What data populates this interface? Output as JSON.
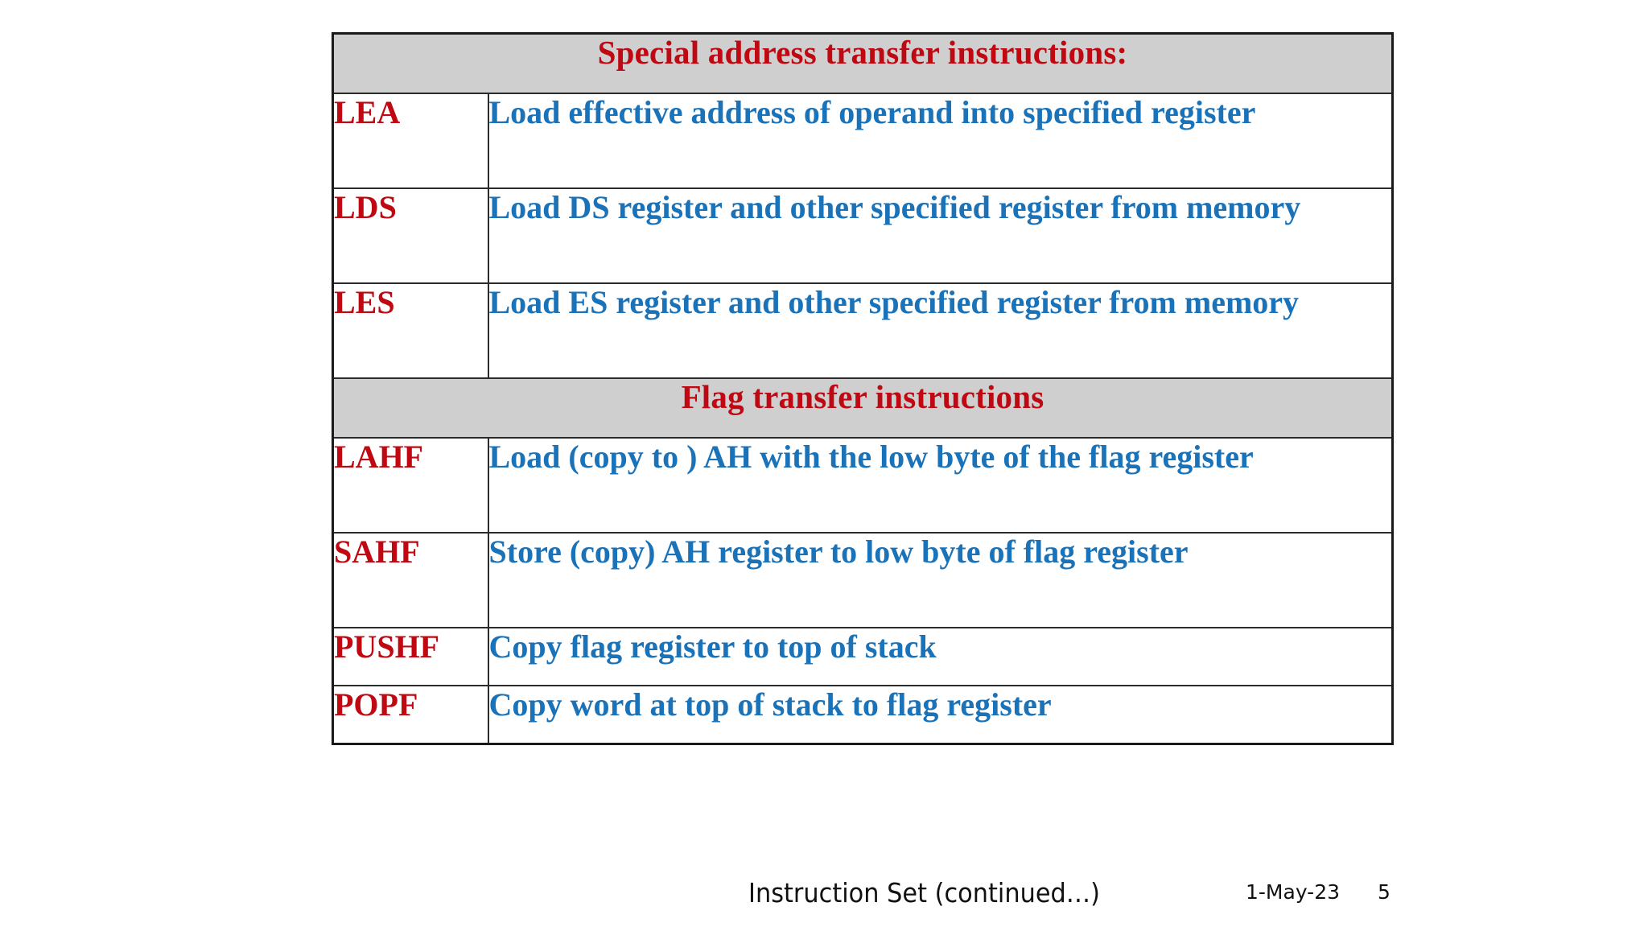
{
  "slide": {
    "colors": {
      "accent_red": "#C00812",
      "accent_blue": "#1A72B8",
      "header_bg": "#CFCFCF",
      "border": "#2B2B2B",
      "page_bg": "#FFFFFF"
    },
    "sections": [
      {
        "header": "Special address transfer instructions:",
        "rows": [
          {
            "mnemonic": "LEA",
            "description": "Load effective address of operand into specified register"
          },
          {
            "mnemonic": "LDS",
            "description": "Load DS register and other specified register from memory"
          },
          {
            "mnemonic": "LES",
            "description": "Load ES register and other specified register from memory"
          }
        ]
      },
      {
        "header": "Flag transfer instructions",
        "rows": [
          {
            "mnemonic": "LAHF",
            "description": "Load (copy to ) AH with the low byte of the flag register"
          },
          {
            "mnemonic": "SAHF",
            "description": "Store (copy) AH register to low byte of flag register"
          },
          {
            "mnemonic": "PUSHF",
            "description": "Copy flag register to top of stack"
          },
          {
            "mnemonic": "POPF",
            "description": "Copy word at top of stack to flag register"
          }
        ]
      }
    ]
  },
  "footer": {
    "caption": "Instruction Set (continued…)",
    "date": "1-May-23",
    "page_number": "5"
  }
}
